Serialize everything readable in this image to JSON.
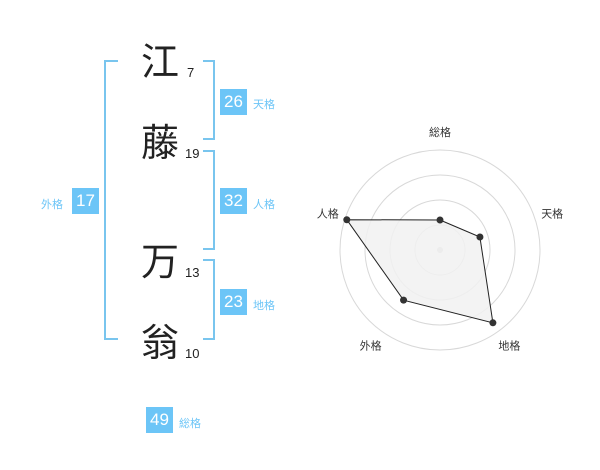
{
  "name": {
    "chars": [
      {
        "char": "江",
        "strokes": "7"
      },
      {
        "char": "藤",
        "strokes": "19"
      },
      {
        "char": "万",
        "strokes": "13"
      },
      {
        "char": "翁",
        "strokes": "10"
      }
    ]
  },
  "fortunes": {
    "tenkaku": {
      "value": "26",
      "label": "天格"
    },
    "jinkaku": {
      "value": "32",
      "label": "人格"
    },
    "chikaku": {
      "value": "23",
      "label": "地格"
    },
    "gaikaku": {
      "value": "17",
      "label": "外格"
    },
    "soukaku": {
      "value": "49",
      "label": "総格"
    }
  },
  "chart_data": {
    "type": "radar",
    "axes": [
      "総格",
      "天格",
      "地格",
      "外格",
      "人格"
    ],
    "values": [
      1.5,
      2.1,
      4.5,
      3.1,
      4.9
    ],
    "rmax": 5,
    "rings": 4,
    "colors": {
      "fill": "#f1f1f1",
      "line": "#222222",
      "grid": "#d8d8d8",
      "point": "#333333"
    }
  }
}
